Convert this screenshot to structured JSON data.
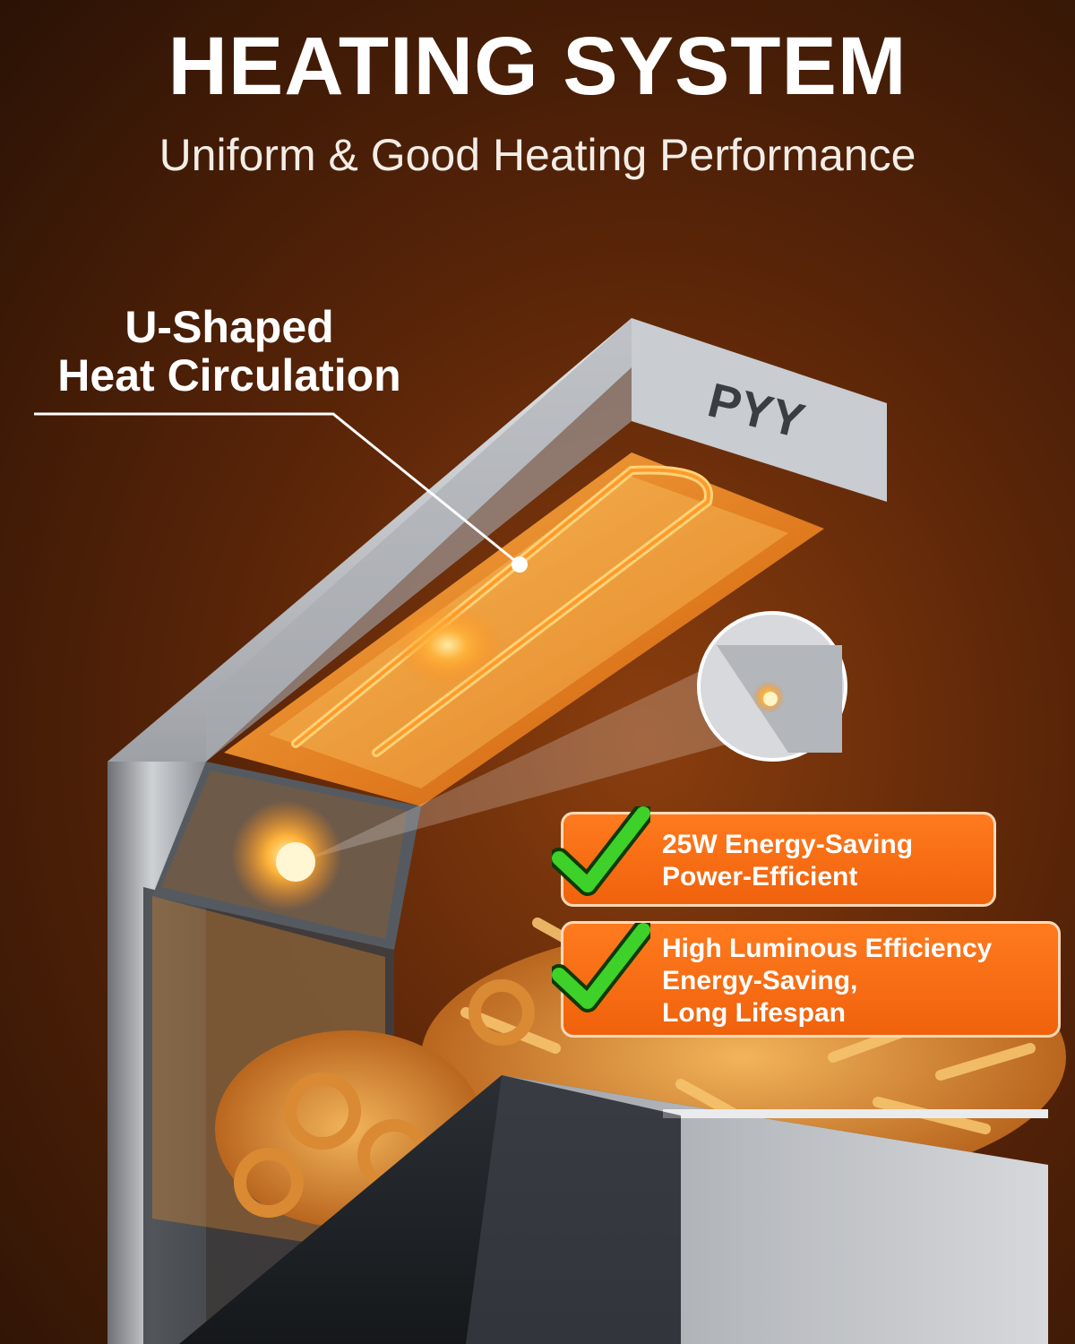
{
  "header": {
    "title": "HEATING SYSTEM",
    "subtitle": "Uniform & Good Heating Performance"
  },
  "callout": {
    "line1": "U-Shaped",
    "line2": "Heat Circulation"
  },
  "brand": {
    "logo_text": "PYY"
  },
  "features": [
    {
      "lines": [
        "25W Energy-Saving",
        "Power-Efficient"
      ]
    },
    {
      "lines": [
        "High Luminous Efficiency",
        "Energy-Saving,",
        "Long Lifespan"
      ]
    }
  ],
  "colors": {
    "accent_orange": "#f26a12",
    "check_green": "#3ed12a",
    "heat_glow": "#ffb43a",
    "steel": "#b9bcc0"
  },
  "icons": [
    "check-icon",
    "bulb-icon",
    "heating-tube-icon"
  ]
}
